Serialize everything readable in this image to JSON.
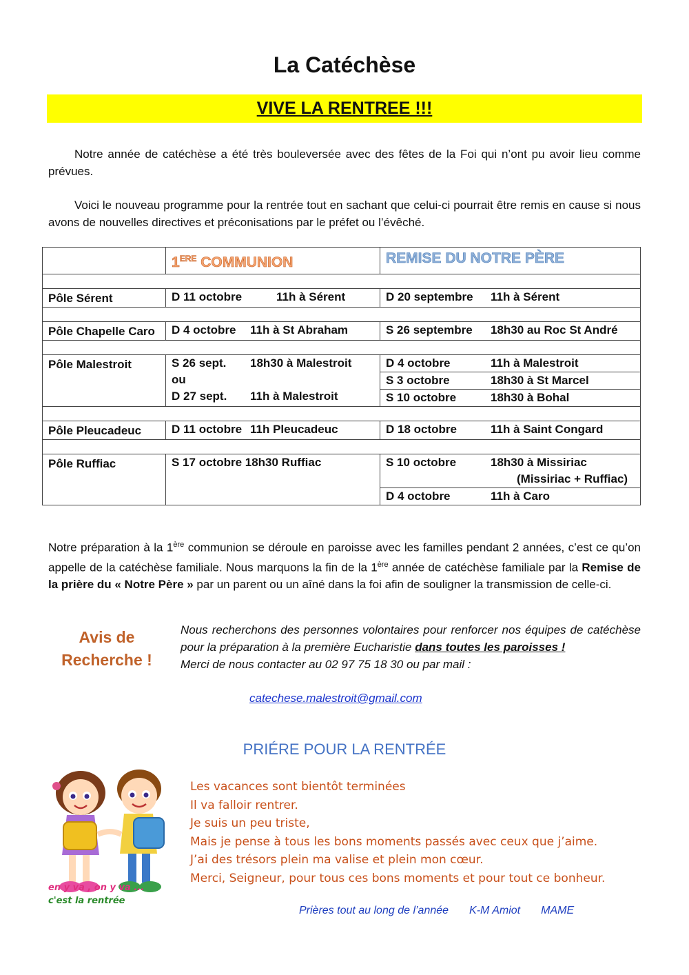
{
  "title": "La Catéchèse",
  "banner": "VIVE LA RENTREE !!!",
  "intro": [
    "Notre année de catéchèse a été très bouleversée avec des fêtes de la Foi qui n’ont pu avoir lieu comme prévues.",
    "Voici le nouveau programme pour la rentrée tout en sachant que celui-ci pourrait être remis en cause si nous avons de nouvelles directives et préconisations par le préfet ou l’évêché."
  ],
  "table": {
    "col1_number": "1",
    "col1_sup": "ERE",
    "col1_rest": " COMMUNION",
    "col2_header": "REMISE DU NOTRE PÈRE",
    "rows": {
      "serent": {
        "pole": "Pôle Sérent",
        "c1_date": "D 11 octobre",
        "c1_place": "11h à Sérent",
        "c2_date": "D 20 septembre",
        "c2_place": "11h à Sérent"
      },
      "chapelle": {
        "pole": "Pôle Chapelle Caro",
        "c1_date": "D 4 octobre",
        "c1_place": "11h à St Abraham",
        "c2_date": "S 26 septembre",
        "c2_place": "18h30 au Roc St André"
      },
      "malestroit": {
        "pole": "Pôle Malestroit",
        "c1_line1_date": "S 26 sept.",
        "c1_line1_place": "18h30 à Malestroit",
        "c1_or": "ou",
        "c1_line3_date": "D 27 sept.",
        "c1_line3_place": "11h à Malestroit",
        "c2": [
          {
            "date": "D 4 octobre",
            "place": "11h à Malestroit"
          },
          {
            "date": "S 3 octobre",
            "place": "18h30 à St Marcel"
          },
          {
            "date": "S 10 octobre",
            "place": "18h30 à Bohal"
          }
        ]
      },
      "pleucadeuc": {
        "pole": "Pôle Pleucadeuc",
        "c1_date": "D 11 octobre",
        "c1_place": "11h Pleucadeuc",
        "c2_date": "D 18 octobre",
        "c2_place": "11h à Saint Congard"
      },
      "ruffiac": {
        "pole": "Pôle Ruffiac",
        "c1": "S 17 octobre 18h30 Ruffiac",
        "c2a_date": "S 10 octobre",
        "c2a_place": "18h30 à Missiriac",
        "c2a_note": "(Missiriac + Ruffiac)",
        "c2b_date": "D 4 octobre",
        "c2b_place": "11h à Caro"
      }
    }
  },
  "prep": {
    "p1": "Notre préparation à la 1",
    "sup": "ère",
    "p2": " communion se déroule en paroisse avec les familles pendant 2 années, c’est ce qu’on appelle de la catéchèse familiale. Nous marquons la fin de la 1",
    "p3": " année de catéchèse familiale par la ",
    "bold": "Remise de la prière du « Notre Père »",
    "p4": " par un parent ou un aîné dans la foi afin de souligner la transmission de celle-ci."
  },
  "avis": {
    "line1": "Avis de",
    "line2": "Recherche !"
  },
  "recherche": {
    "text": "Nous recherchons des personnes volontaires pour renforcer nos équipes de catéchèse pour la préparation à la première Eucharistie ",
    "underlined": "dans toutes les paroisses !",
    "contact": "Merci de nous contacter au 02 97 75 18 30 ou par mail :",
    "email": "catechese.malestroit@gmail.com"
  },
  "priere": {
    "title": "PRIÉRE POUR LA RENTRÉE",
    "lines": [
      "Les vacances sont bientôt terminées",
      "Il va falloir rentrer.",
      "Je suis un peu triste,",
      "Mais je pense à tous les bons moments passés avec ceux que j’aime.",
      "J’ai des trésors plein ma valise et plein mon cœur.",
      "Merci, Seigneur, pour tous ces bons moments et pour tout ce bonheur."
    ],
    "credit": [
      "Prières tout au long de l’année",
      "K-M Amiot",
      "MAME"
    ]
  },
  "kids": {
    "line1": "en y va , on y va ...",
    "line2": "c'est la rentrée"
  },
  "colors": {
    "banner": "#ffff00",
    "orange": "#c0622a",
    "blue": "#4472c4",
    "link": "#1a33cc"
  }
}
